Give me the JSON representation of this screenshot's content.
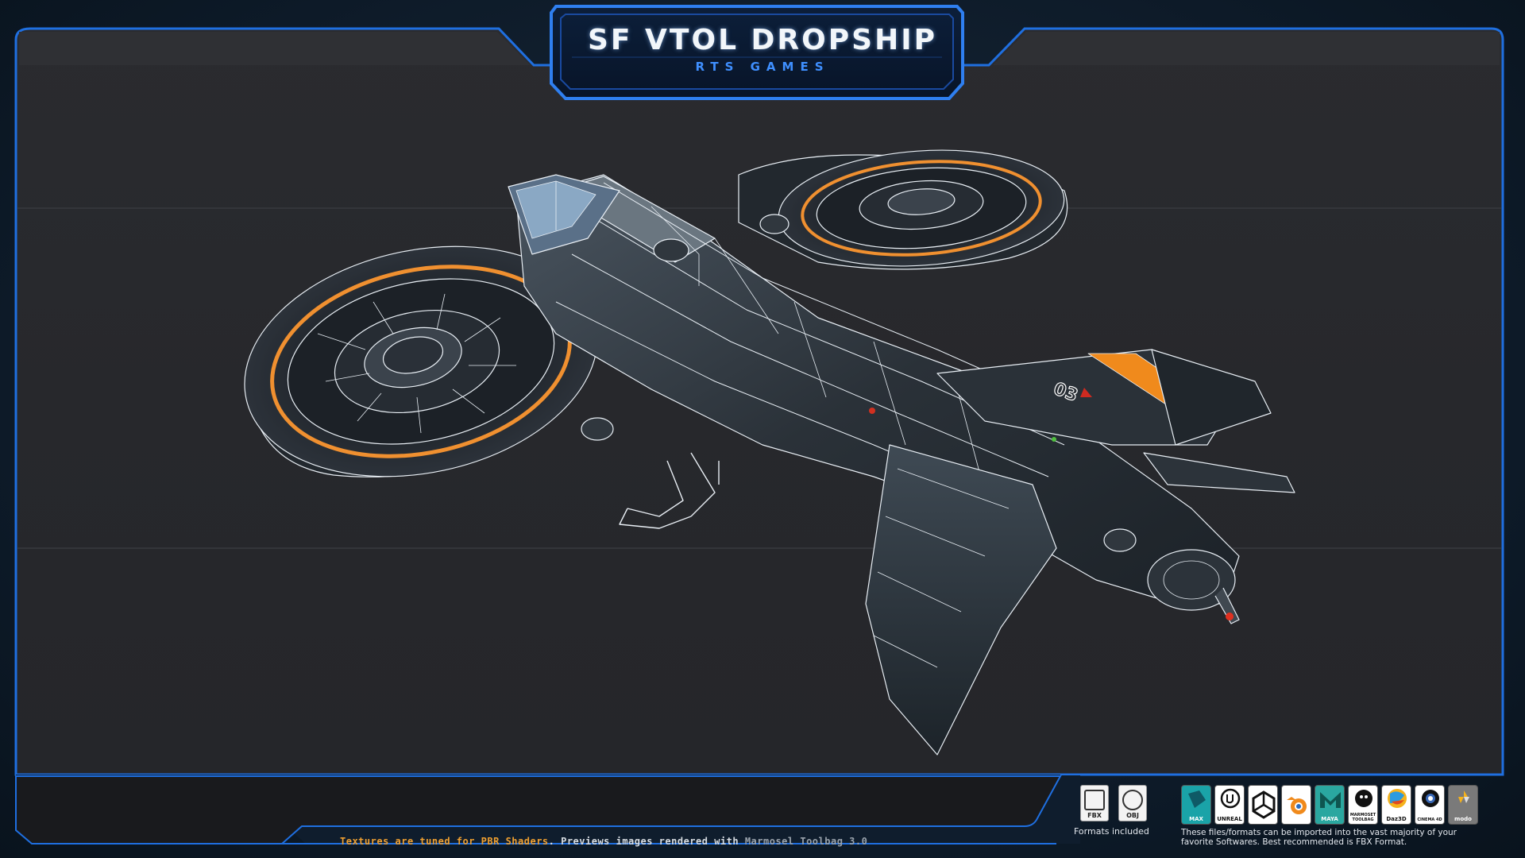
{
  "header": {
    "title": "SF VTOL DROPSHIP",
    "subtitle": "RTS GAMES"
  },
  "footer": {
    "note_part1": "Textures are tuned for PBR Shaders",
    "note_part2": ". Previews images rendered with ",
    "note_part3": "Marmosel Toolbag 3.0"
  },
  "formats": {
    "items": [
      {
        "label": "FBX",
        "icon": "fbx-file-icon"
      },
      {
        "label": "OBJ",
        "icon": "obj-file-icon"
      }
    ],
    "caption": "Formats included"
  },
  "software": {
    "items": [
      {
        "label": "MAX",
        "icon": "3ds-max-icon",
        "color": "#1aa3a8"
      },
      {
        "label": "UNREAL",
        "icon": "unreal-engine-icon",
        "color": "#ffffff"
      },
      {
        "label": "",
        "icon": "unity-icon",
        "color": "#ffffff"
      },
      {
        "label": "",
        "icon": "blender-icon",
        "color": "#ffffff"
      },
      {
        "label": "MAYA",
        "icon": "maya-icon",
        "color": "#2aa7a0"
      },
      {
        "label": "MARMOSET TOOLBAG",
        "icon": "marmoset-toolbag-icon",
        "color": "#ffffff"
      },
      {
        "label": "Daz3D",
        "icon": "daz3d-icon",
        "color": "#ffffff"
      },
      {
        "label": "CINEMA 4D",
        "icon": "cinema4d-icon",
        "color": "#ffffff"
      },
      {
        "label": "modo",
        "icon": "modo-icon",
        "color": "#7a7a7a"
      }
    ],
    "caption": "These files/formats can be imported into the vast majority of your favorite Softwares. Best recommended is FBX Format."
  },
  "model": {
    "hull_marking": "03"
  },
  "colors": {
    "accent_blue": "#2f7ff0",
    "accent_orange": "#f0a030",
    "panel_dark": "#27282c",
    "background": "#0d1a26"
  }
}
